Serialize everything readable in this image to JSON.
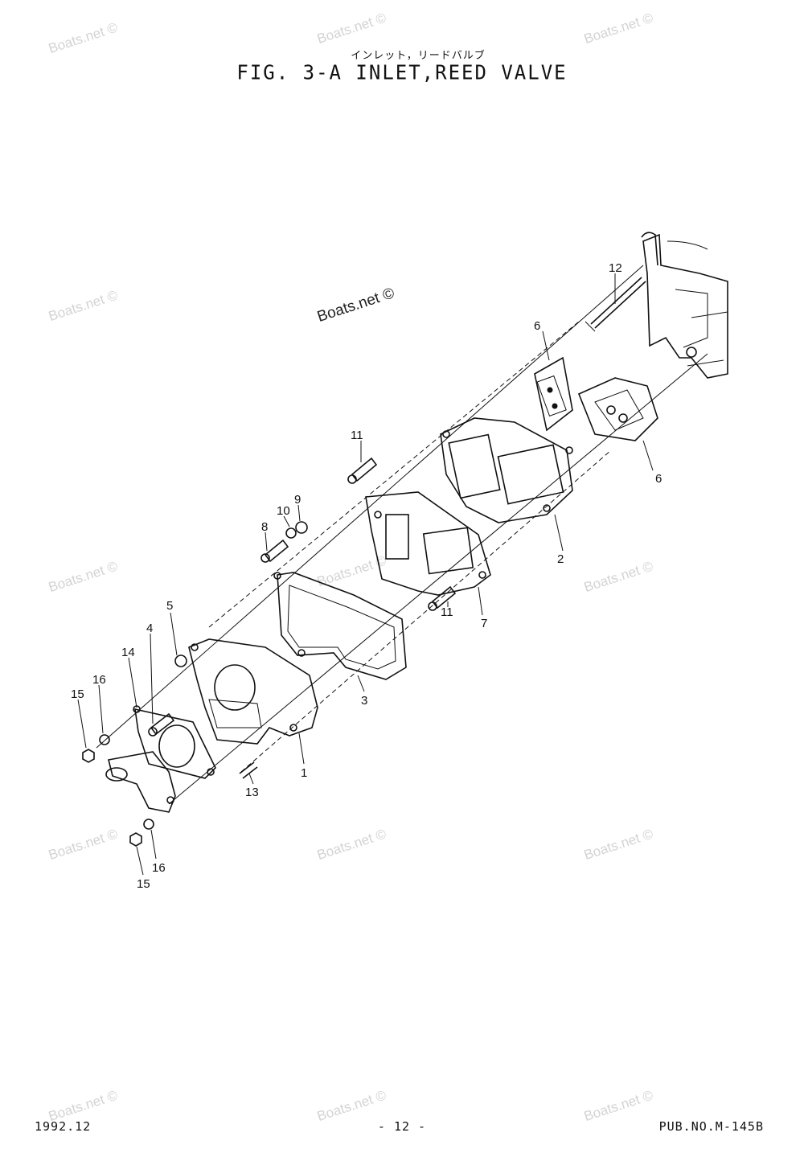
{
  "header": {
    "japanese_title": "インレット，リードバルブ",
    "figure_title": "FIG.  3-A INLET,REED VALVE"
  },
  "watermark": {
    "text": "Boats.net ©"
  },
  "callouts": [
    "12",
    "6",
    "6",
    "11",
    "9",
    "10",
    "8",
    "2",
    "7",
    "11",
    "5",
    "4",
    "14",
    "16",
    "15",
    "3",
    "1",
    "13",
    "16",
    "15"
  ],
  "footer": {
    "date": "1992.12",
    "page": "- 12 -",
    "publication": "PUB.NO.M-145B"
  },
  "colors": {
    "ink": "#111111",
    "watermark": "#d3d3d3",
    "background": "#ffffff"
  }
}
